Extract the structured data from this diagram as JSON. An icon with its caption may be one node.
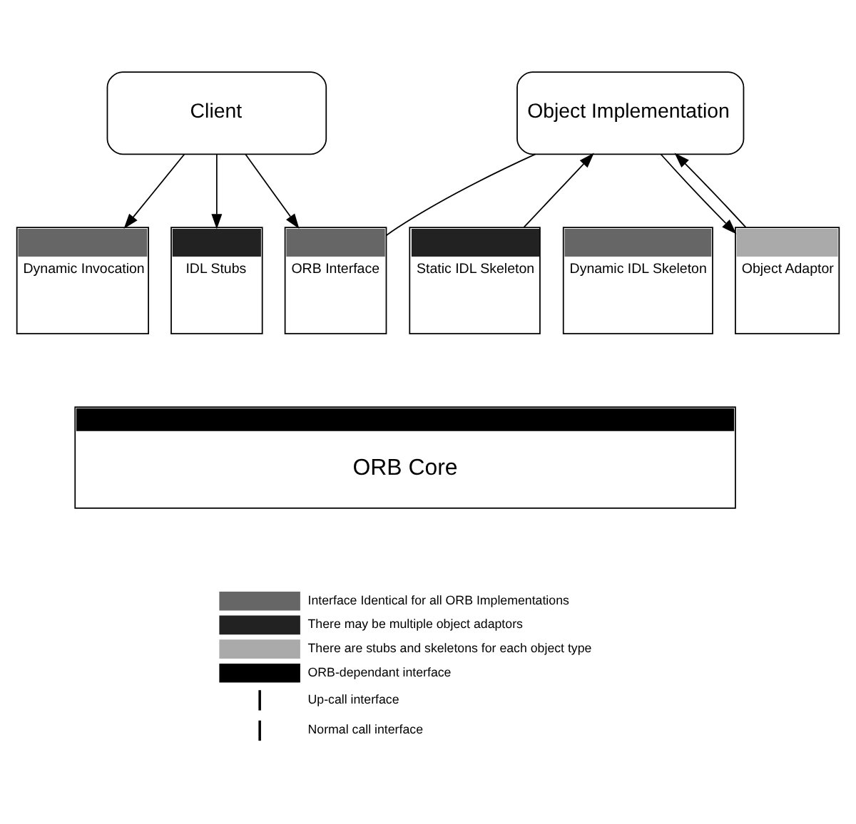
{
  "diagram": {
    "nodes": [
      {
        "text": [
          "Client"
        ]
      },
      {
        "text": [
          "Object Implementation"
        ]
      },
      {
        "text": [
          "Dynamic Invocation"
        ]
      },
      {
        "text": [
          "IDL Stubs"
        ]
      },
      {
        "text": [
          "ORB Interface"
        ]
      },
      {
        "text": [
          "Static IDL Skeleton"
        ]
      },
      {
        "text": [
          "Dynamic IDL Skeleton"
        ]
      },
      {
        "text": [
          "Object Adaptor"
        ]
      },
      {
        "text": [
          "ORB Core"
        ]
      }
    ],
    "edges": [
      {
        "from": 0,
        "to": 2,
        "arrow": "to"
      },
      {
        "from": 0,
        "to": 3,
        "arrow": "to"
      },
      {
        "from": 0,
        "to": 4,
        "arrow": "to"
      },
      {
        "from": 1,
        "to": 4,
        "arrow": "none"
      },
      {
        "from": 5,
        "to": 1,
        "arrow": "to"
      },
      {
        "from": 7,
        "to": 1,
        "arrow": "to"
      },
      {
        "from": 1,
        "to": 7,
        "arrow": "to"
      }
    ],
    "legend": [
      {
        "text": "Interface Identical for all ORB Implementations"
      },
      {
        "text": "There may be multiple object adaptors"
      },
      {
        "text": "There are stubs and skeletons for each object type"
      },
      {
        "text": "ORB-dependant interface"
      },
      {
        "text": "Up-call interface"
      },
      {
        "text": "Normal call interface"
      }
    ]
  }
}
